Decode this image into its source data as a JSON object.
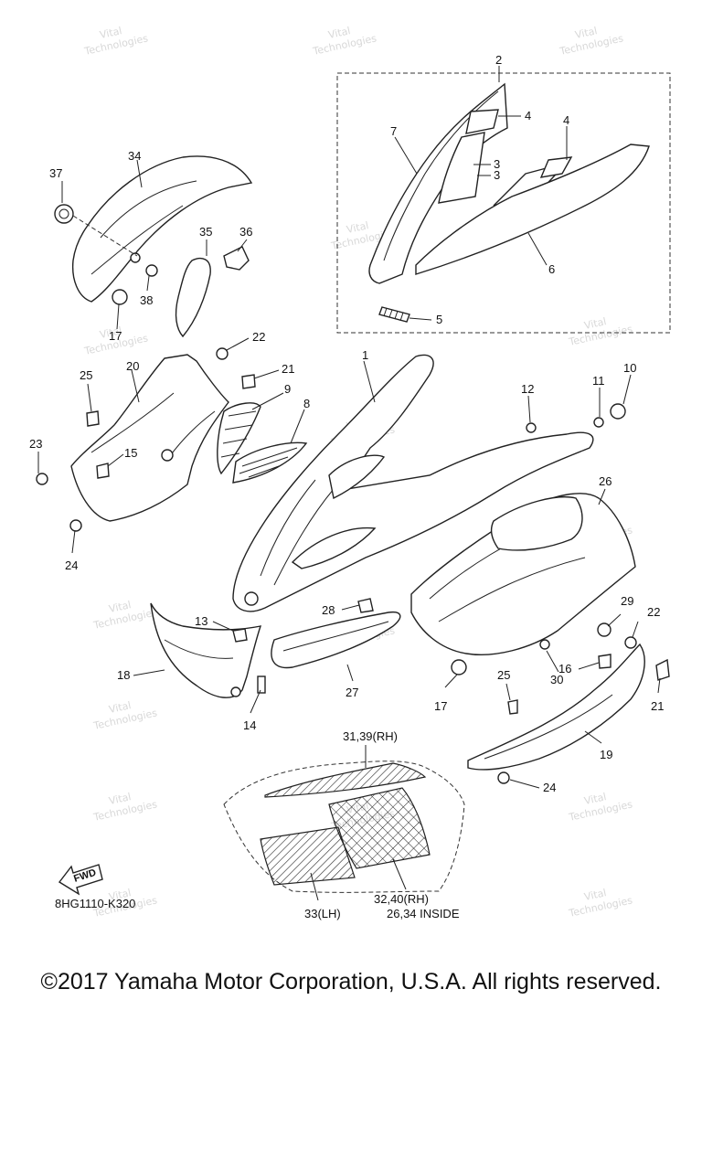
{
  "diagram": {
    "labels": {
      "l1": "1",
      "l2": "2",
      "l3a": "3",
      "l3b": "3",
      "l4a": "4",
      "l4b": "4",
      "l5": "5",
      "l6": "6",
      "l7": "7",
      "l8": "8",
      "l9": "9",
      "l10": "10",
      "l11": "11",
      "l12": "12",
      "l13": "13",
      "l14": "14",
      "l15": "15",
      "l16": "16",
      "l17a": "17",
      "l17b": "17",
      "l18": "18",
      "l19": "19",
      "l20": "20",
      "l21a": "21",
      "l21b": "21",
      "l22a": "22",
      "l22b": "22",
      "l23": "23",
      "l24a": "24",
      "l24b": "24",
      "l25a": "25",
      "l25b": "25",
      "l26": "26",
      "l27": "27",
      "l28": "28",
      "l29": "29",
      "l30": "30",
      "l34": "34",
      "l35": "35",
      "l36": "36",
      "l37": "37",
      "l38": "38",
      "l31_39": "31,39(RH)",
      "l32_40": "32,40(RH)",
      "l33": "33(LH)",
      "inside": "26,34 INSIDE",
      "fwd": "FWD",
      "ref_code": "8HG1110-K320"
    },
    "watermark": [
      "Vital",
      "Technologies"
    ]
  },
  "footer": {
    "copyright": "©2017 Yamaha Motor Corporation, U.S.A. All rights reserved."
  },
  "colors": {
    "ink": "#222222",
    "background": "#ffffff",
    "watermark": "#d8d8d8"
  }
}
